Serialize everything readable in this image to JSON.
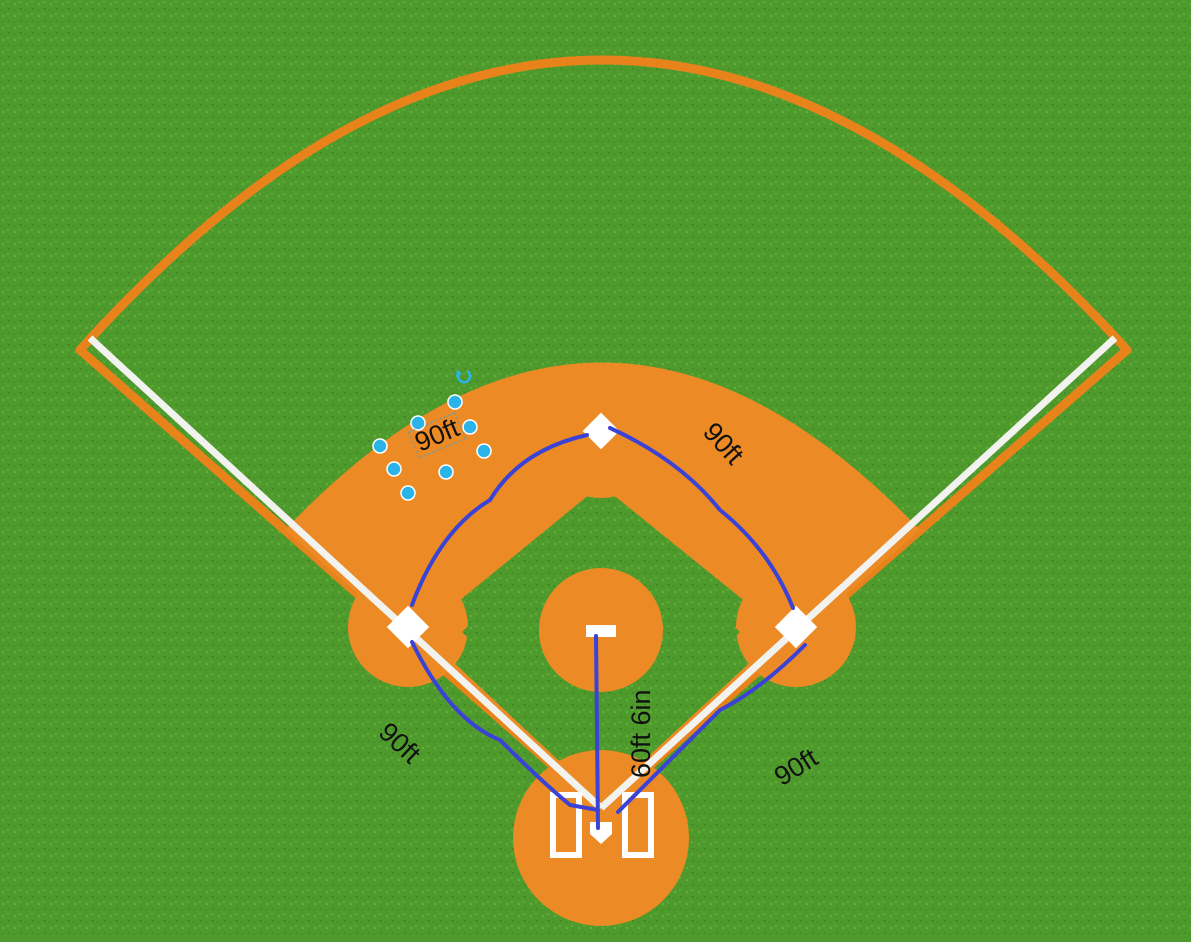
{
  "colors": {
    "grass": "#4f9a2c",
    "dirt": "#e8831c",
    "infield_dirt": "#ec8a25",
    "annotation_line": "#3b43d6",
    "handle": "#2bb4ea",
    "base": "#ffffff"
  },
  "annotations": {
    "first_to_second": "90ft",
    "home_to_third": "90ft",
    "home_to_first": "90ft",
    "mound_to_home": "60ft 6in",
    "selected_label": "90ft"
  },
  "icons": {
    "rotate_handle": "rotate-handle-icon"
  }
}
